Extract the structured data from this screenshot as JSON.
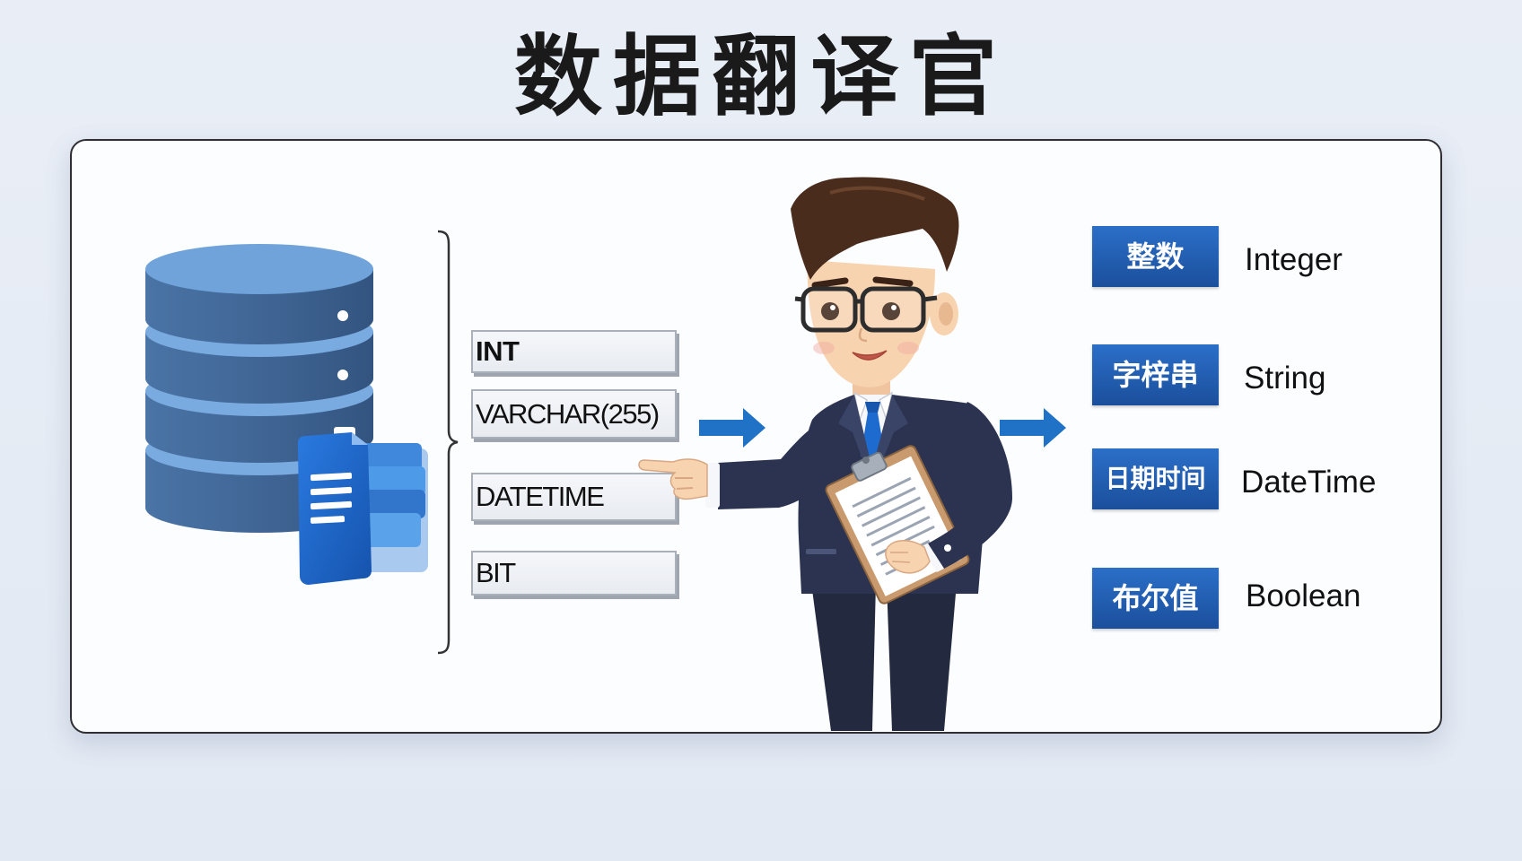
{
  "title": "数据翻译官",
  "sql_types": [
    {
      "label": "INT"
    },
    {
      "label": "VARCHAR(255)"
    },
    {
      "label": "DATETIME"
    },
    {
      "label": "BIT"
    }
  ],
  "mappings": [
    {
      "badge": "整数",
      "name": "Integer"
    },
    {
      "badge": "字梓串",
      "name": "String"
    },
    {
      "badge": "日期时间",
      "name": "DateTime"
    },
    {
      "badge": "布尔值",
      "name": "Boolean"
    }
  ],
  "icons": {
    "database": "database-icon",
    "document": "document-stack-icon",
    "bracket": "curly-bracket",
    "arrow": "arrow-right-icon",
    "person": "translator-person",
    "clipboard": "clipboard-icon"
  },
  "colors": {
    "accent": "#1f72c6",
    "badge_top": "#2b6fc8",
    "badge_bottom": "#1b4f9c",
    "db_side": "#3e6392",
    "db_top": "#6fa3da",
    "suit": "#2b3350",
    "tie": "#1e6bd0",
    "hair": "#4a2c1d"
  }
}
